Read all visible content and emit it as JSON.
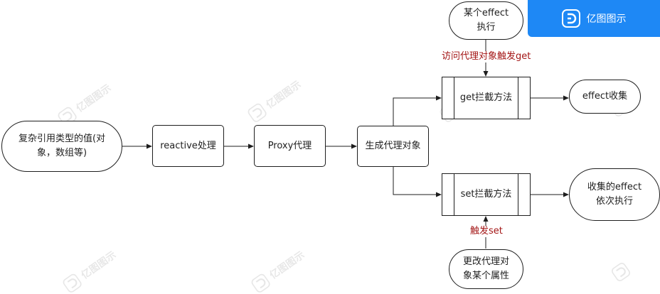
{
  "brand": {
    "name": "亿图图示",
    "logo_icon": "edraw-logo-icon",
    "color": "#1e88f5"
  },
  "watermark": {
    "text": "亿图图示"
  },
  "nodes": {
    "source": {
      "line1": "复杂引用类型的值(对",
      "line2": "象，数组等)"
    },
    "reactive": "reactive处理",
    "proxy": "Proxy代理",
    "generate": "生成代理对象",
    "get_intercept": "get拦截方法",
    "set_intercept": "set拦截方法",
    "effect_collect": "effect收集",
    "some_effect": {
      "line1": "某个effect",
      "line2": "执行"
    },
    "collected_effects": {
      "line1": "收集的effect",
      "line2": "依次执行"
    },
    "change_property": {
      "line1": "更改代理对",
      "line2": "象某个属性"
    }
  },
  "edge_labels": {
    "access_get": "访问代理对象触发get",
    "trigger_set": "触发set"
  },
  "colors": {
    "line": "#1e1e1e",
    "label": "#a31515"
  }
}
